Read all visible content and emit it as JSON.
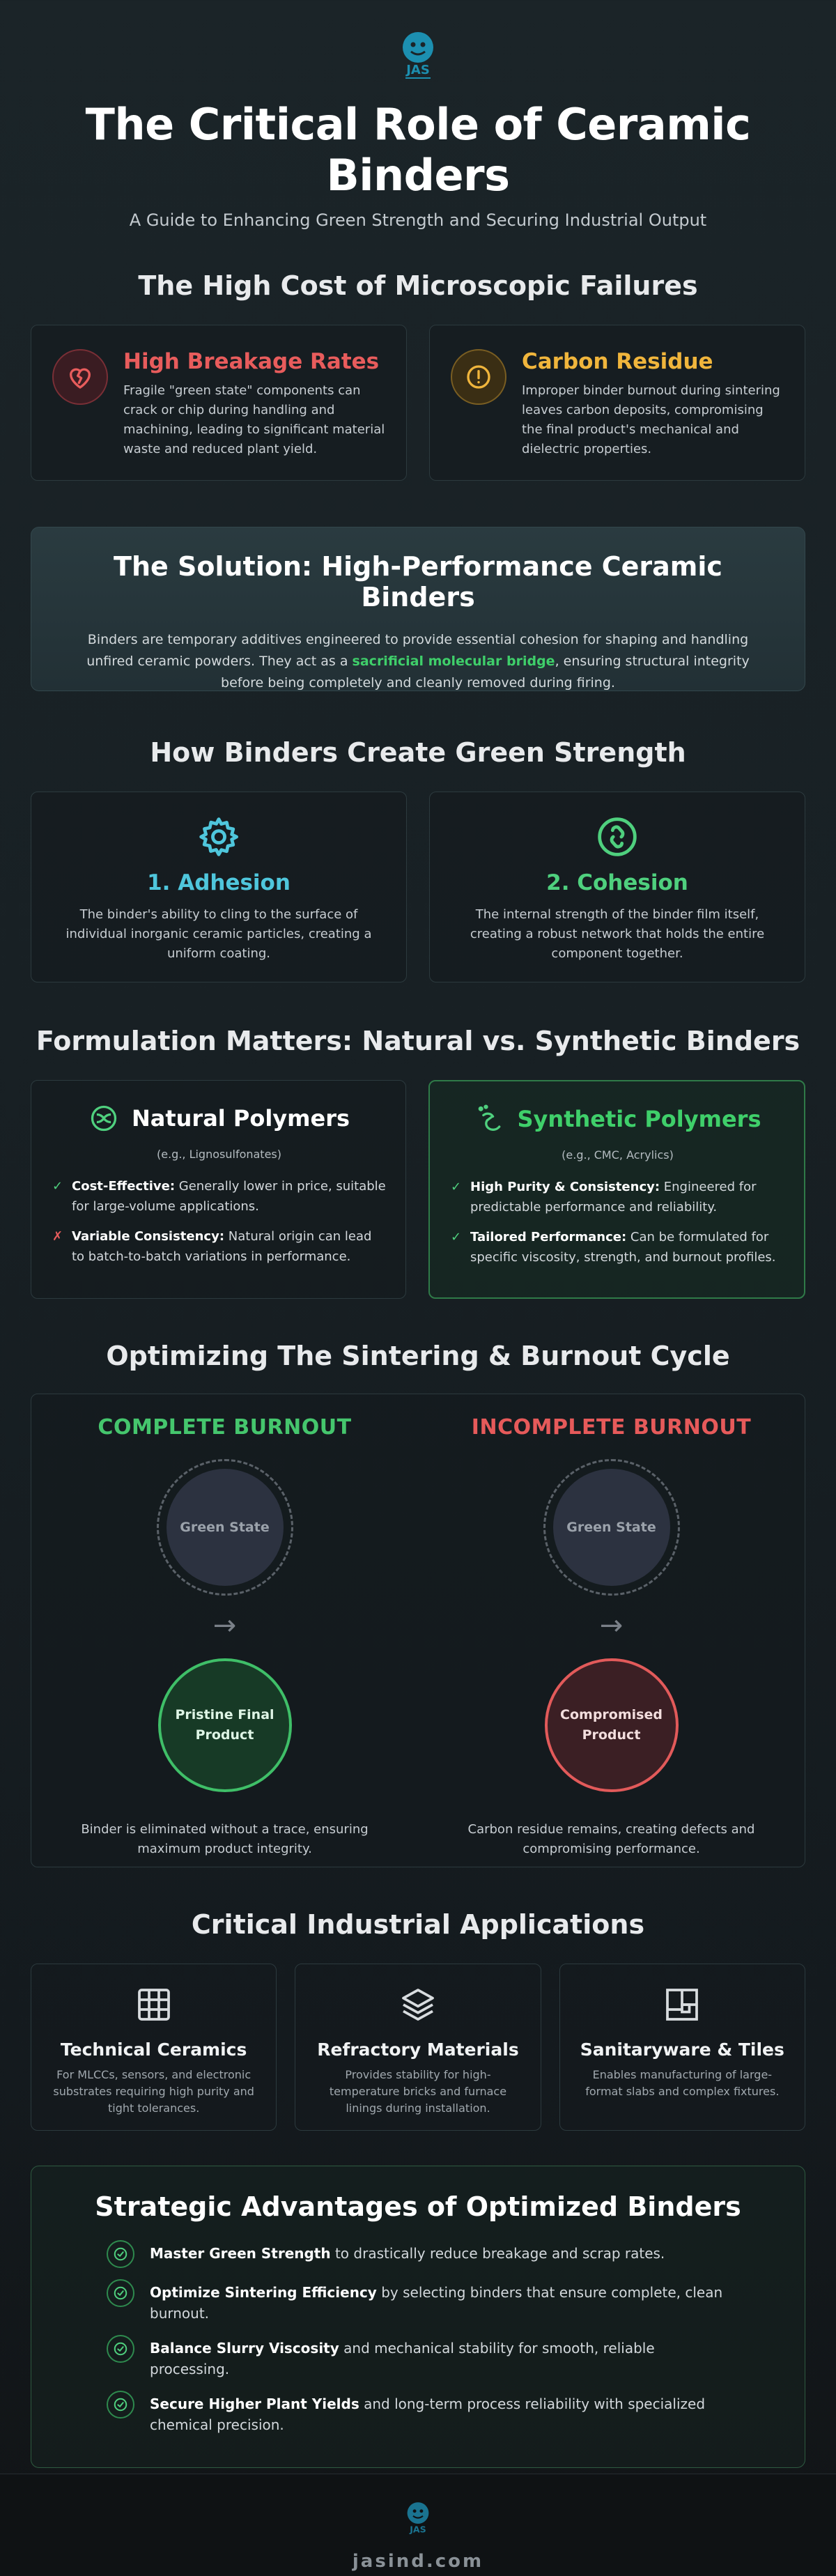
{
  "header": {
    "logo_text": "JAS",
    "title": "The Critical Role of Ceramic Binders",
    "subtitle": "A Guide to Enhancing Green Strength and Securing Industrial Output"
  },
  "problems": {
    "title": "The High Cost of Microscopic Failures",
    "items": [
      {
        "heading": "High Breakage Rates",
        "body": "Fragile \"green state\" components can crack or chip during handling and machining, leading to significant material waste and reduced plant yield.",
        "color": "#e85c5c",
        "icon": "heart-broken-icon"
      },
      {
        "heading": "Carbon Residue",
        "body": "Improper binder burnout during sintering leaves carbon deposits, compromising the final product's mechanical and dielectric properties.",
        "color": "#f0b53c",
        "icon": "alert-icon"
      }
    ]
  },
  "solution": {
    "title": "The Solution: High-Performance Ceramic Binders",
    "body_before": "Binders are temporary additives engineered to provide essential cohesion for shaping and handling unfired ceramic powders. They act as a ",
    "highlight": "sacrificial molecular bridge",
    "body_after": ", ensuring structural integrity before being completely and cleanly removed during firing."
  },
  "strength": {
    "title": "How Binders Create Green Strength",
    "items": [
      {
        "heading": "1. Adhesion",
        "body": "The binder's ability to cling to the surface of individual inorganic ceramic particles, creating a uniform coating.",
        "color": "#4fc6dc",
        "icon": "gear-icon"
      },
      {
        "heading": "2. Cohesion",
        "body": "The internal strength of the binder film itself, creating a robust network that holds the entire component together.",
        "color": "#4fd07e",
        "icon": "link-icon"
      }
    ]
  },
  "formulation": {
    "title": "Formulation Matters: Natural vs. Synthetic Binders",
    "natural": {
      "title": "Natural Polymers",
      "example": "(e.g., Lignosulfonates)",
      "points": [
        {
          "mark": "✓",
          "bold": "Cost-Effective:",
          "text": " Generally lower in price, suitable for large-volume applications."
        },
        {
          "mark": "✗",
          "bold": "Variable Consistency:",
          "text": " Natural origin can lead to batch-to-batch variations in performance."
        }
      ]
    },
    "synthetic": {
      "title": "Synthetic Polymers",
      "example": "(e.g., CMC, Acrylics)",
      "points": [
        {
          "mark": "✓",
          "bold": "High Purity & Consistency:",
          "text": " Engineered for predictable performance and reliability."
        },
        {
          "mark": "✓",
          "bold": "Tailored Performance:",
          "text": " Can be formulated for specific viscosity, strength, and burnout profiles."
        }
      ]
    }
  },
  "sintering": {
    "title": "Optimizing The Sintering & Burnout Cycle",
    "complete": {
      "title": "COMPLETE BURNOUT",
      "start": "Green State",
      "arrow": "→",
      "end": "Pristine Final Product",
      "desc": "Binder is eliminated without a trace, ensuring maximum product integrity."
    },
    "incomplete": {
      "title": "INCOMPLETE BURNOUT",
      "start": "Green State",
      "arrow": "→",
      "end": "Compromised Product",
      "desc": "Carbon residue remains, creating defects and compromising performance."
    }
  },
  "applications": {
    "title": "Critical Industrial Applications",
    "items": [
      {
        "title": "Technical Ceramics",
        "body": "For MLCCs, sensors, and electronic substrates requiring high purity and tight tolerances.",
        "icon": "grid-icon"
      },
      {
        "title": "Refractory Materials",
        "body": "Provides stability for high-temperature bricks and furnace linings during installation.",
        "icon": "layers-icon"
      },
      {
        "title": "Sanitaryware & Tiles",
        "body": "Enables manufacturing of large-format slabs and complex fixtures.",
        "icon": "tiles-icon"
      }
    ]
  },
  "advantages": {
    "title": "Strategic Advantages of Optimized Binders",
    "items": [
      {
        "bold": "Master Green Strength",
        "text": " to drastically reduce breakage and scrap rates."
      },
      {
        "bold": "Optimize Sintering Efficiency",
        "text": " by selecting binders that ensure complete, clean burnout."
      },
      {
        "bold": "Balance Slurry Viscosity",
        "text": " and mechanical stability for smooth, reliable processing."
      },
      {
        "bold": "Secure Higher Plant Yields",
        "text": " and long-term process reliability with specialized chemical precision."
      }
    ]
  },
  "footer": {
    "logo_text": "JAS",
    "url": "jasind.com"
  },
  "colors": {
    "red": "#e85c5c",
    "amber": "#f0b53c",
    "cyan": "#4fc6dc",
    "green": "#4fd07e",
    "complete": "#45c66d",
    "incomplete": "#e65a5a"
  }
}
